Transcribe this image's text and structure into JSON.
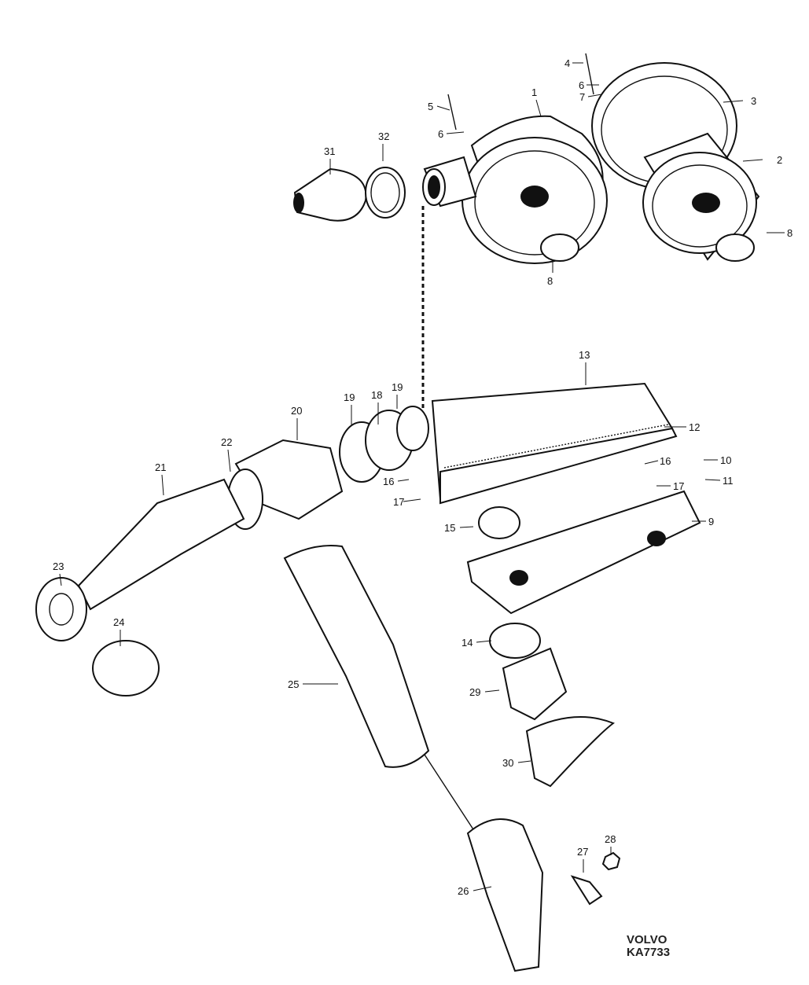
{
  "diagram": {
    "title": "Air filter and intake assembly",
    "part_labels": [
      "1",
      "2",
      "3",
      "4",
      "5",
      "6",
      "7",
      "6",
      "31",
      "32",
      "8",
      "8",
      "13",
      "12",
      "10",
      "11",
      "16",
      "17",
      "9",
      "16",
      "17",
      "15",
      "19",
      "18",
      "19",
      "20",
      "22",
      "21",
      "23",
      "24",
      "25",
      "14",
      "29",
      "30",
      "26",
      "27",
      "28"
    ]
  },
  "brand": {
    "name": "VOLVO",
    "code": "KA7733"
  },
  "colors": {
    "ink": "#111111",
    "paper": "#ffffff"
  }
}
